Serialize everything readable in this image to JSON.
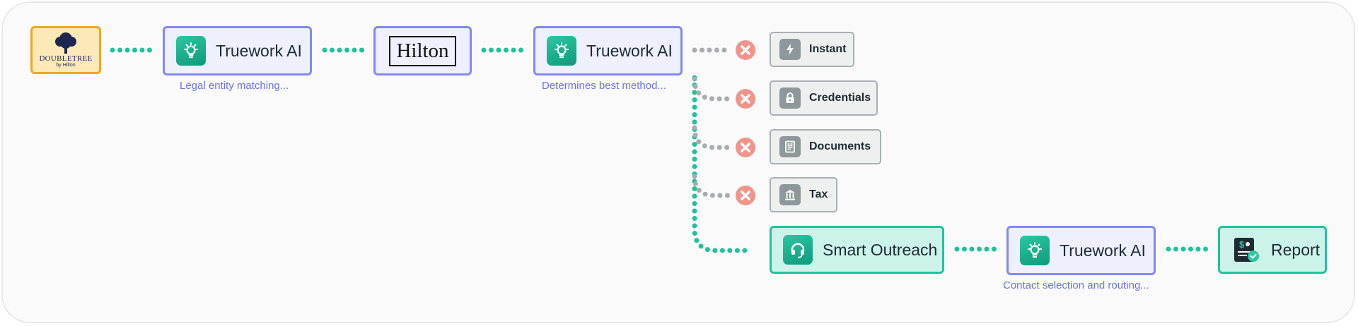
{
  "doubletree": {
    "name": "DoubleTree",
    "sub": "by Hilton",
    "colors": {
      "border": "#f0a623",
      "bg": "#fde9b7",
      "tree": "#1d2650"
    }
  },
  "hilton": {
    "name": "Hilton"
  },
  "ai_nodes": [
    {
      "label": "Truework AI",
      "caption": "Legal entity matching..."
    },
    {
      "label": "Truework AI",
      "caption": "Determines best method..."
    },
    {
      "label": "Truework AI",
      "caption": "Contact selection and routing..."
    }
  ],
  "methods": [
    {
      "label": "Instant",
      "icon": "lightning-icon"
    },
    {
      "label": "Credentials",
      "icon": "lock-icon"
    },
    {
      "label": "Documents",
      "icon": "document-icon"
    },
    {
      "label": "Tax",
      "icon": "bank-icon"
    }
  ],
  "smart_outreach": {
    "label": "Smart Outreach",
    "icon": "headset-icon"
  },
  "report": {
    "label": "Report",
    "icon": "report-icon"
  },
  "colors": {
    "green": "#1fc29a",
    "gray_connector": "#a7acae",
    "ai_border": "#8388f2",
    "ai_bg": "#eef0fd",
    "caption": "#6d72e8",
    "fail": "#f1958c"
  }
}
